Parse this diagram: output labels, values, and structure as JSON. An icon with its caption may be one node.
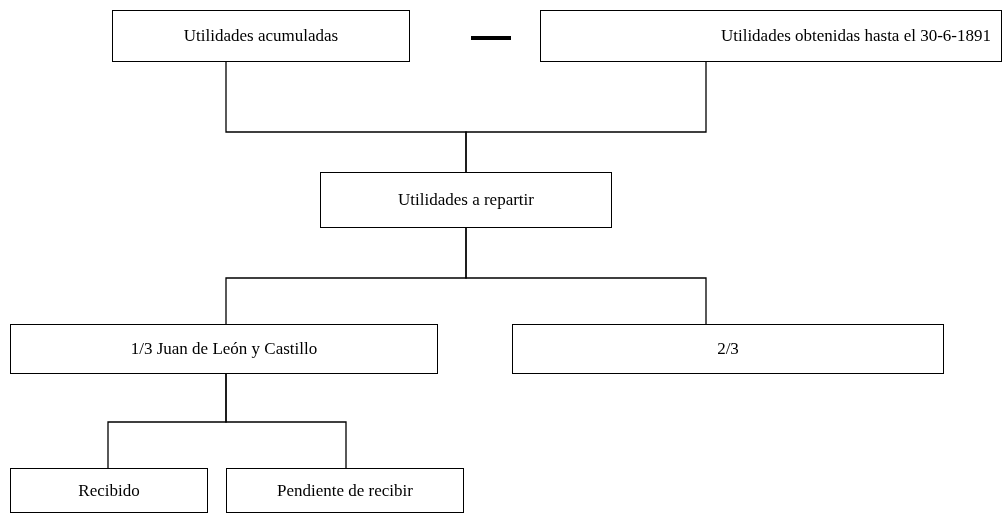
{
  "diagram": {
    "nodes": [
      {
        "text": [
          "Utilidades acumuladas"
        ]
      },
      {
        "text": [
          "Utilidades obtenidas hasta el 30-6-1891"
        ]
      },
      {
        "text": [
          "Utilidades a repartir"
        ]
      },
      {
        "text": [
          "1/3 Juan de León y Castillo"
        ]
      },
      {
        "text": [
          "2/3"
        ]
      },
      {
        "text": [
          "Recibido"
        ]
      },
      {
        "text": [
          "Pendiente de recibir"
        ]
      }
    ],
    "edges": [
      {
        "from": 0,
        "to": 2,
        "arrow": "none"
      },
      {
        "from": 1,
        "to": 2,
        "arrow": "none"
      },
      {
        "from": 2,
        "to": 3,
        "arrow": "none"
      },
      {
        "from": 2,
        "to": 4,
        "arrow": "none"
      },
      {
        "from": 3,
        "to": 5,
        "arrow": "none"
      },
      {
        "from": 3,
        "to": 6,
        "arrow": "none"
      }
    ]
  }
}
